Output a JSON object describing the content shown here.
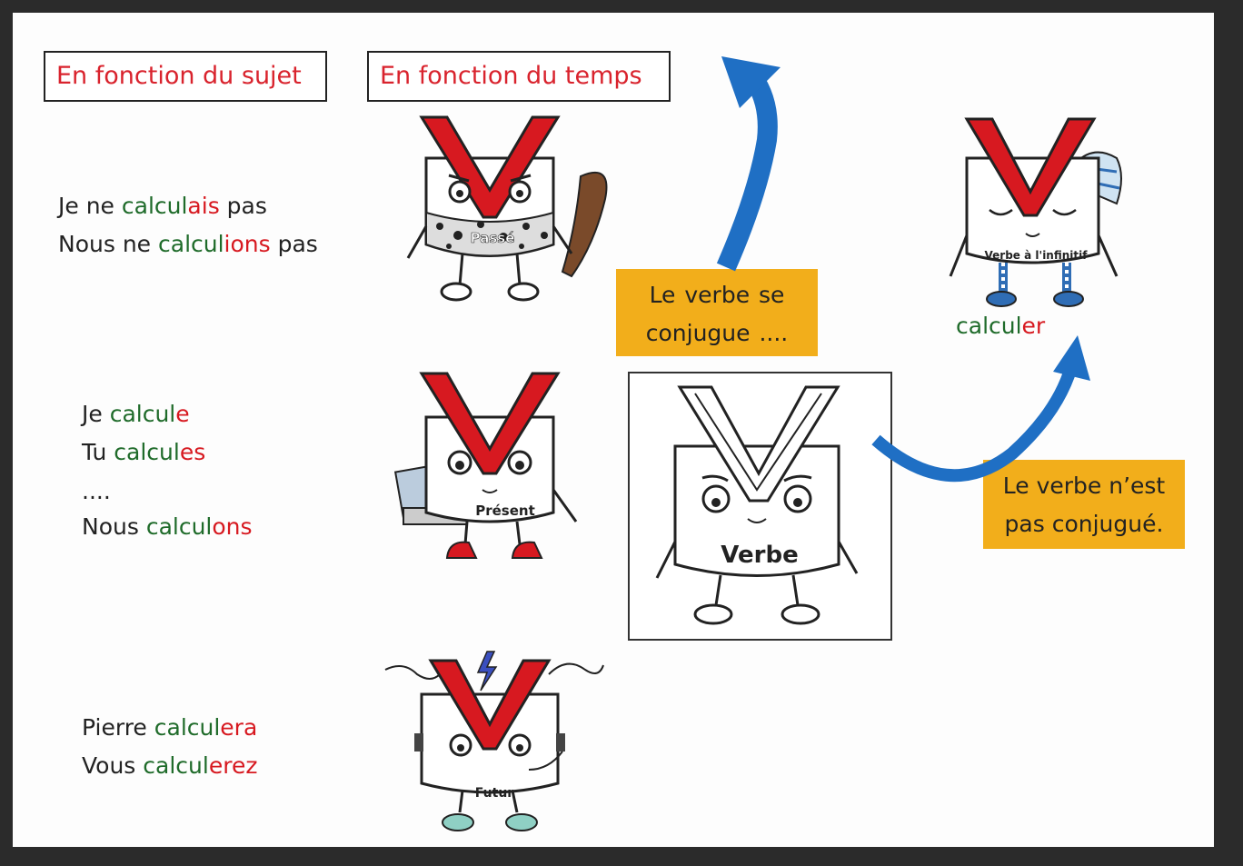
{
  "headers": {
    "by_subject": "En fonction du sujet",
    "by_tense": "En fonction du temps"
  },
  "past": {
    "lines": [
      {
        "before": "Je ne ",
        "stem": "calcul",
        "ending": "ais",
        "after": " pas"
      },
      {
        "before": "Nous ne ",
        "stem": "calcul",
        "ending": "ions",
        "after": " pas"
      }
    ],
    "character_label": "Passé"
  },
  "present": {
    "lines": [
      {
        "before": "Je ",
        "stem": "calcul",
        "ending": "e",
        "after": ""
      },
      {
        "before": "Tu ",
        "stem": "calcul",
        "ending": "es",
        "after": ""
      },
      {
        "before": "....",
        "stem": "",
        "ending": "",
        "after": ""
      },
      {
        "before": "Nous ",
        "stem": "calcul",
        "ending": "ons",
        "after": ""
      }
    ],
    "character_label": "Présent"
  },
  "future": {
    "lines": [
      {
        "before": "Pierre ",
        "stem": "calcul",
        "ending": "era",
        "after": ""
      },
      {
        "before": "Vous ",
        "stem": "calcul",
        "ending": "erez",
        "after": ""
      }
    ],
    "character_label": "Futur"
  },
  "center": {
    "character_label": "Verbe"
  },
  "infinitive": {
    "character_label": "Verbe à l'infinitif",
    "stem": "calcul",
    "ending": "er"
  },
  "notes": {
    "conjugated": "Le verbe se conjugue ....",
    "not_conjugated": "Le verbe n’est pas conjugué."
  },
  "colors": {
    "ending": "#d71920",
    "stem": "#1f6b2a",
    "note_bg": "#f2ae1b",
    "arrow": "#1f6fc4",
    "v_red": "#d71920"
  }
}
